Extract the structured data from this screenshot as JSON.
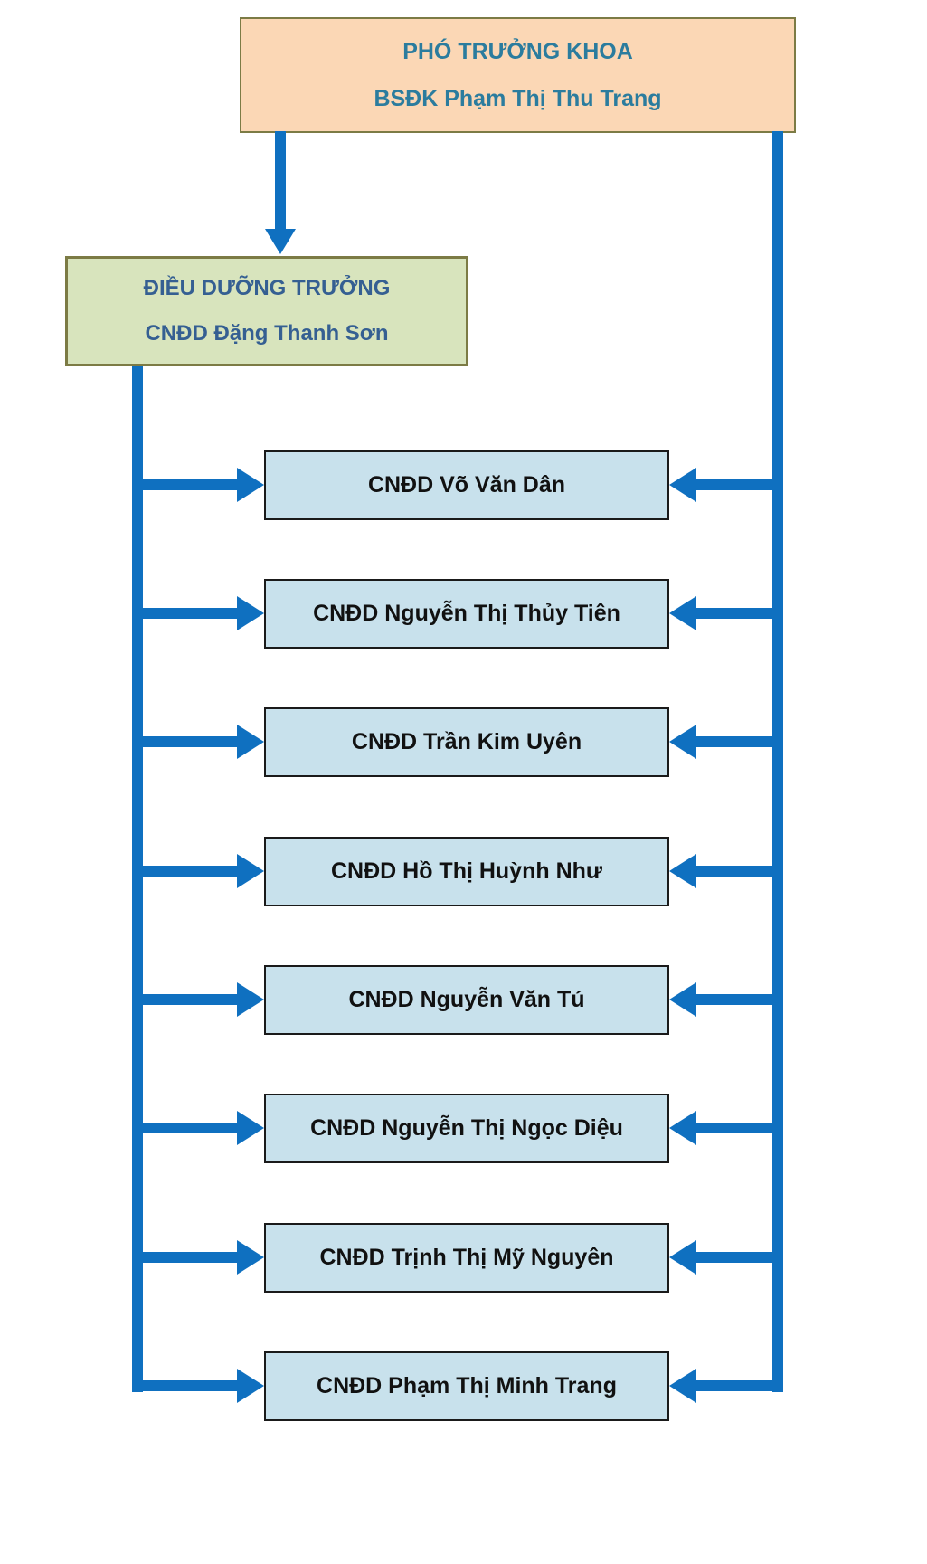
{
  "chart_type": "org-chart",
  "head": {
    "title": "PHÓ TRƯỞNG KHOA",
    "name": "BSĐK Phạm Thị Thu Trang"
  },
  "deputy": {
    "title": "ĐIỀU DƯỠNG TRƯỞNG",
    "name": "CNĐD Đặng Thanh Sơn"
  },
  "staff": [
    {
      "name": "CNĐD Võ Văn Dân"
    },
    {
      "name": "CNĐD Nguyễn Thị Thủy Tiên"
    },
    {
      "name": "CNĐD Trần Kim Uyên"
    },
    {
      "name": "CNĐD Hồ Thị Huỳnh Như"
    },
    {
      "name": "CNĐD Nguyễn Văn Tú"
    },
    {
      "name": "CNĐD Nguyễn Thị Ngọc Diệu"
    },
    {
      "name": "CNĐD Trịnh Thị Mỹ Nguyên"
    },
    {
      "name": "CNĐD Phạm Thị Minh Trang"
    }
  ],
  "colors": {
    "bg": "#FFFFFF",
    "head-fill": "#FBD7B5",
    "head-text": "#2B7C9E",
    "deputy-fill": "#D8E4BD",
    "deputy-text": "#355F92",
    "olive-border": "#7C7B45",
    "staff-fill": "#C8E1EC",
    "staff-border": "#1A1A1A",
    "staff-text": "#111111",
    "arrow-blue": "#0F70C0"
  }
}
